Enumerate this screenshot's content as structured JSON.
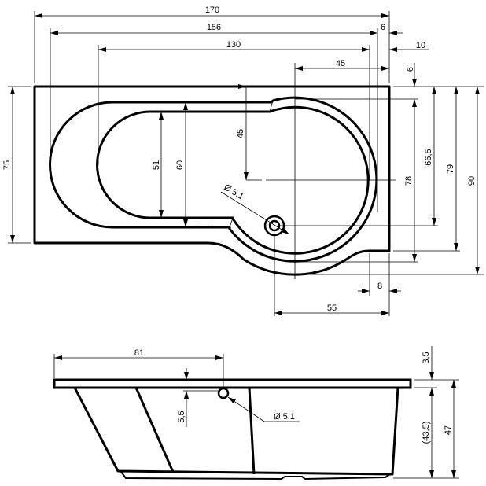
{
  "top_view": {
    "dimensions": {
      "overall_length": "170",
      "inner_length": "156",
      "basin_length": "130",
      "rim_right": "6",
      "offset_right": "10",
      "circle_center_offset": "45",
      "rim_top": "6",
      "overall_width_left": "75",
      "inner_width": "51",
      "rim_width": "60",
      "drain_center_depth": "45",
      "drain_diameter": "Ø 5,1",
      "circle_width": "78",
      "drain_offset": "66,5",
      "right_width": "79",
      "overall_width": "90",
      "fillet_offset": "8",
      "drain_from_right": "55"
    }
  },
  "side_view": {
    "dimensions": {
      "overflow_position": "81",
      "overflow_depth": "5,5",
      "overflow_diameter": "Ø 5,1",
      "rim_thickness": "3,5",
      "inner_height": "(43,5)",
      "overall_height": "47"
    }
  }
}
